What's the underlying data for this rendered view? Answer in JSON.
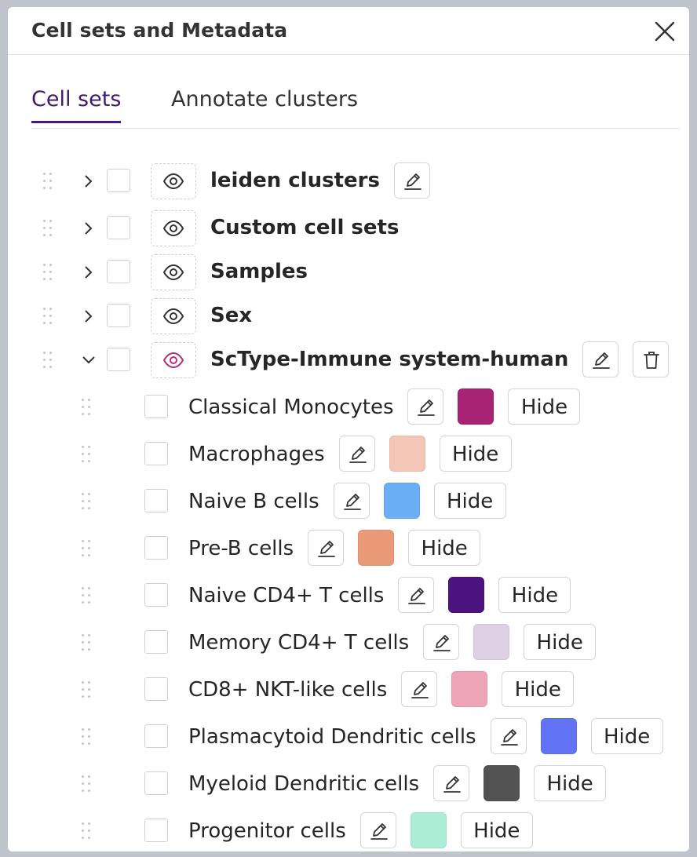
{
  "panel": {
    "title": "Cell sets and Metadata"
  },
  "tabs": [
    {
      "label": "Cell sets",
      "active": true
    },
    {
      "label": "Annotate clusters",
      "active": false
    }
  ],
  "groups": [
    {
      "label": "leiden clusters",
      "expanded": false,
      "editable": true
    },
    {
      "label": "Custom cell sets",
      "expanded": false
    },
    {
      "label": "Samples",
      "expanded": false
    },
    {
      "label": "Sex",
      "expanded": false
    },
    {
      "label": "ScType-Immune system-human",
      "expanded": true,
      "editable": true,
      "deletable": true
    }
  ],
  "icons": {
    "collapsed": "chevron-right-icon",
    "expanded": "chevron-down-icon",
    "visibility": "eye-icon",
    "edit": "pencil-icon",
    "delete": "trash-icon",
    "close": "close-icon",
    "drag": "drag-handle-icon"
  },
  "colors": {
    "accent": "#4b1880",
    "eye_default": "#333333",
    "eye_active": "#b0307a"
  },
  "cell_types": [
    {
      "label": "Classical Monocytes",
      "color": "#a82373",
      "hide_label": "Hide"
    },
    {
      "label": "Macrophages",
      "color": "#f3c6b6",
      "hide_label": "Hide"
    },
    {
      "label": "Naive B cells",
      "color": "#6aaff6",
      "hide_label": "Hide"
    },
    {
      "label": "Pre-B cells",
      "color": "#eb9a78",
      "hide_label": "Hide"
    },
    {
      "label": "Naive CD4+ T cells",
      "color": "#4b1280",
      "hide_label": "Hide"
    },
    {
      "label": "Memory CD4+ T cells",
      "color": "#dfd0e5",
      "hide_label": "Hide"
    },
    {
      "label": "CD8+ NKT-like cells",
      "color": "#eea4b7",
      "hide_label": "Hide"
    },
    {
      "label": "Plasmacytoid Dendritic cells",
      "color": "#6373f5",
      "hide_label": "Hide"
    },
    {
      "label": "Myeloid Dendritic cells",
      "color": "#525252",
      "hide_label": "Hide"
    },
    {
      "label": "Progenitor cells",
      "color": "#a9eed5",
      "hide_label": "Hide"
    }
  ]
}
